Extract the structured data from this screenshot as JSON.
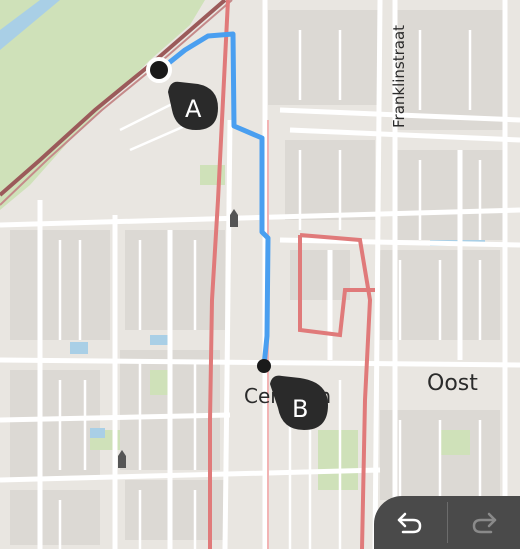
{
  "map": {
    "labels": {
      "street_franklinstraat": "Franklinstraat",
      "district_oost": "Oost",
      "district_centrum": "Centrum"
    },
    "markers": {
      "start": "A",
      "end": "B"
    },
    "colors": {
      "water": "#a9cfe6",
      "green": "#cfe1b9",
      "land": "#e9e6e1",
      "block": "#dcd9d4",
      "road": "#ffffff",
      "main_road": "#e07a7a",
      "railway": "#9b5a5a",
      "route": "#4a9ff0",
      "marker": "#2a2a2a"
    }
  },
  "controls": {
    "undo_icon": "undo-arrow-icon",
    "redo_icon": "redo-arrow-icon"
  }
}
